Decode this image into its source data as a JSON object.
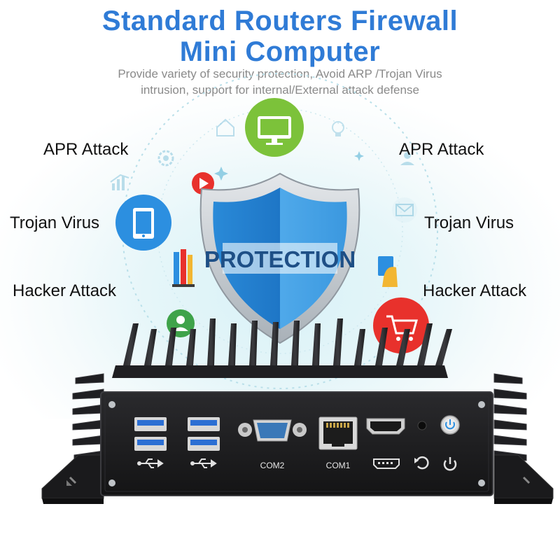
{
  "header": {
    "title_line1": "Standard Routers  Firewall",
    "title_line2": "Mini Computer",
    "subtitle_line1": "Provide variety of security protection, Avoid ARP /Trojan Virus",
    "subtitle_line2": "intrusion, support for internal/External attack defense"
  },
  "threats": {
    "left": [
      "APR Attack",
      "Trojan Virus",
      "Hacker Attack"
    ],
    "right": [
      "APR Attack",
      "Trojan Virus",
      "Hacker Attack"
    ]
  },
  "shield": {
    "text": "PROTECTION"
  },
  "device": {
    "port_labels": {
      "com2": "COM2",
      "com1": "COM1"
    }
  },
  "colors": {
    "title": "#2f7bd6",
    "shield_blue": "#1f7fce",
    "chassis": "#1b1b1d",
    "circle_green": "#7cc23a",
    "circle_blue": "#2c8fe0",
    "circle_red": "#e8312c"
  }
}
